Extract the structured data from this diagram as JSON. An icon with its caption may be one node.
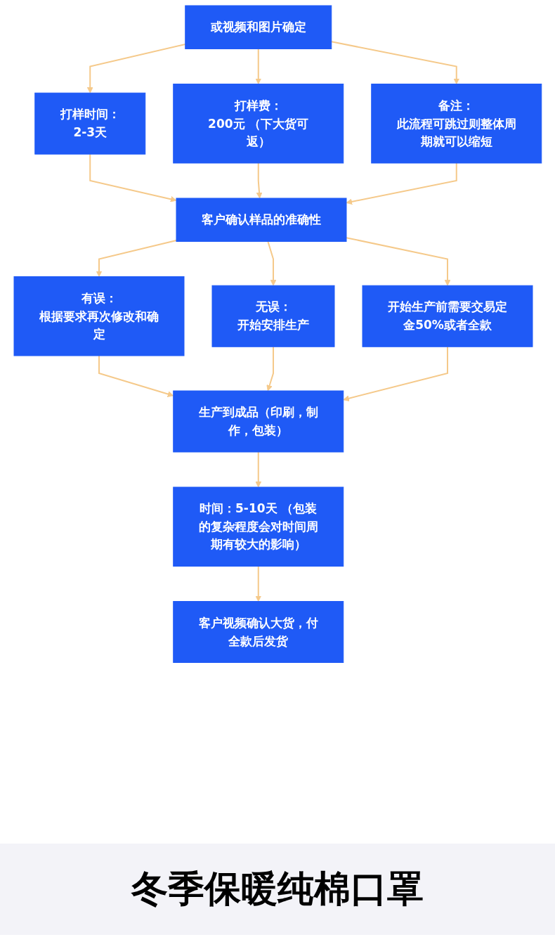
{
  "diagram": {
    "nodes": [
      {
        "text": [
          "或视频和图片确定"
        ]
      },
      {
        "text": [
          "打样时间：",
          "2-3天"
        ]
      },
      {
        "text": [
          "打样费：",
          "200元 （下大货可返）"
        ]
      },
      {
        "text": [
          "备注：",
          "此流程可跳过则整体周期就可以缩短"
        ]
      },
      {
        "text": [
          "客户确认样品的准确性"
        ]
      },
      {
        "text": [
          "有误：",
          "根据要求再次修改和确定"
        ]
      },
      {
        "text": [
          "无误：",
          "开始安排生产"
        ]
      },
      {
        "text": [
          "开始生产前需要交易定金50%或者全款"
        ]
      },
      {
        "text": [
          "生产到成品（印刷，制作，包装）"
        ]
      },
      {
        "text": [
          "时间：5-10天 （包装的复杂程度会对时间周期有较大的影响）"
        ]
      },
      {
        "text": [
          "客户视频确认大货，付全款后发货"
        ]
      }
    ],
    "edges": [
      {
        "from": 0,
        "to": 1,
        "arrow": "to"
      },
      {
        "from": 0,
        "to": 2,
        "arrow": "to"
      },
      {
        "from": 0,
        "to": 3,
        "arrow": "to"
      },
      {
        "from": 1,
        "to": 4,
        "arrow": "to"
      },
      {
        "from": 2,
        "to": 4,
        "arrow": "to"
      },
      {
        "from": 3,
        "to": 4,
        "arrow": "to"
      },
      {
        "from": 4,
        "to": 5,
        "arrow": "to"
      },
      {
        "from": 4,
        "to": 6,
        "arrow": "to"
      },
      {
        "from": 4,
        "to": 7,
        "arrow": "to"
      },
      {
        "from": 5,
        "to": 8,
        "arrow": "to"
      },
      {
        "from": 6,
        "to": 8,
        "arrow": "to"
      },
      {
        "from": 7,
        "to": 8,
        "arrow": "to"
      },
      {
        "from": 8,
        "to": 9,
        "arrow": "to"
      },
      {
        "from": 9,
        "to": 10,
        "arrow": "to"
      }
    ],
    "labels": [
      "冬季保暖纯棉口罩"
    ]
  }
}
